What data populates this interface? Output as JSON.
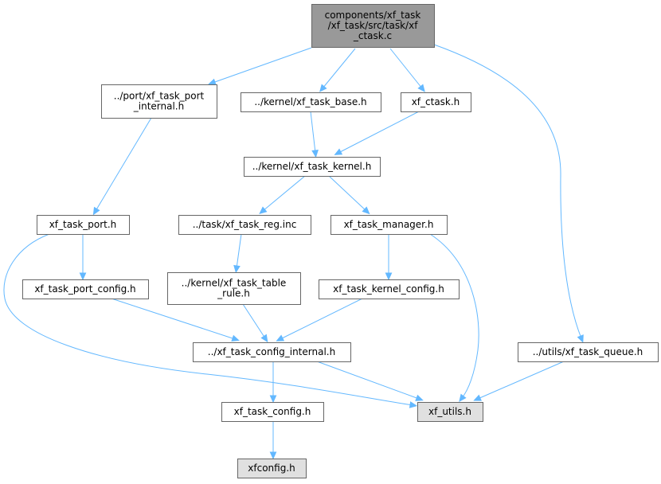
{
  "colors": {
    "edge": "#63b8ff",
    "node_border": "#666666",
    "node_fill": "#ffffff",
    "root_fill": "#999999",
    "external_fill": "#e0e0e0"
  },
  "nodes": {
    "root": [
      "components/xf_task",
      "/xf_task/src/task/xf",
      "_ctask.c"
    ],
    "port_internal": [
      "../port/xf_task_port",
      "_internal.h"
    ],
    "kernel_base": [
      "../kernel/xf_task_base.h"
    ],
    "xf_ctask": [
      "xf_ctask.h"
    ],
    "kernel": [
      "../kernel/xf_task_kernel.h"
    ],
    "task_port": [
      "xf_task_port.h"
    ],
    "task_reg": [
      "../task/xf_task_reg.inc"
    ],
    "task_manager": [
      "xf_task_manager.h"
    ],
    "port_config": [
      "xf_task_port_config.h"
    ],
    "table_rule": [
      "../kernel/xf_task_table",
      "_rule.h"
    ],
    "kernel_config": [
      "xf_task_kernel_config.h"
    ],
    "config_internal": [
      "../xf_task_config_internal.h"
    ],
    "task_queue": [
      "../utils/xf_task_queue.h"
    ],
    "task_config": [
      "xf_task_config.h"
    ],
    "xf_utils": [
      "xf_utils.h"
    ],
    "xfconfig": [
      "xfconfig.h"
    ]
  },
  "edges": [
    [
      "root",
      "port_internal"
    ],
    [
      "root",
      "kernel_base"
    ],
    [
      "root",
      "xf_ctask"
    ],
    [
      "root",
      "task_queue"
    ],
    [
      "port_internal",
      "task_port"
    ],
    [
      "kernel_base",
      "kernel"
    ],
    [
      "xf_ctask",
      "kernel"
    ],
    [
      "kernel",
      "task_reg"
    ],
    [
      "kernel",
      "task_manager"
    ],
    [
      "task_port",
      "port_config"
    ],
    [
      "task_port",
      "xf_utils"
    ],
    [
      "task_reg",
      "table_rule"
    ],
    [
      "task_manager",
      "kernel_config"
    ],
    [
      "task_manager",
      "xf_utils"
    ],
    [
      "port_config",
      "config_internal"
    ],
    [
      "table_rule",
      "config_internal"
    ],
    [
      "kernel_config",
      "config_internal"
    ],
    [
      "config_internal",
      "task_config"
    ],
    [
      "config_internal",
      "xf_utils"
    ],
    [
      "task_queue",
      "xf_utils"
    ],
    [
      "task_config",
      "xfconfig"
    ]
  ]
}
